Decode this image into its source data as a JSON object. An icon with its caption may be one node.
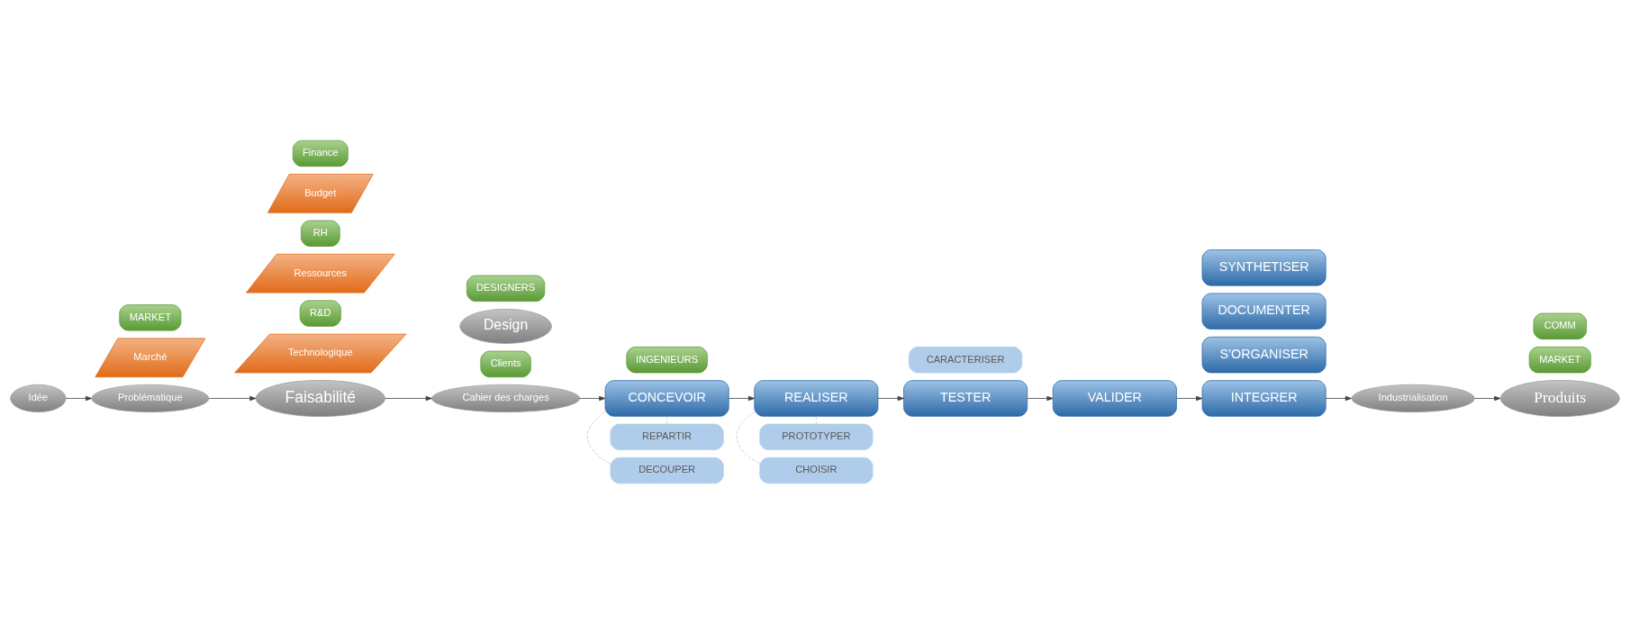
{
  "diagram": {
    "nodes": [
      {
        "text": [
          "Idée"
        ]
      },
      {
        "text": [
          "Marché"
        ]
      },
      {
        "text": [
          "MARKET"
        ]
      },
      {
        "text": [
          "Problématique"
        ]
      },
      {
        "text": [
          "Faisabilité"
        ]
      },
      {
        "text": [
          "Technologique"
        ]
      },
      {
        "text": [
          "R&D"
        ]
      },
      {
        "text": [
          "Ressources"
        ]
      },
      {
        "text": [
          "RH"
        ]
      },
      {
        "text": [
          "Budget"
        ]
      },
      {
        "text": [
          "Finance"
        ]
      },
      {
        "text": [
          "Cahier des charges"
        ]
      },
      {
        "text": [
          "Clients"
        ]
      },
      {
        "text": [
          "Design"
        ]
      },
      {
        "text": [
          "DESIGNERS"
        ]
      },
      {
        "text": [
          "INGENIEURS"
        ]
      },
      {
        "text": [
          "CONCEVOIR"
        ]
      },
      {
        "text": [
          "DECOUPER"
        ]
      },
      {
        "text": [
          "REPARTIR"
        ]
      },
      {
        "text": [
          "REALISER"
        ]
      },
      {
        "text": [
          "CHOISIR"
        ]
      },
      {
        "text": [
          "PROTOTYPER"
        ]
      },
      {
        "text": [
          "TESTER"
        ]
      },
      {
        "text": [
          "CARACTERISER"
        ]
      },
      {
        "text": [
          "VALIDER"
        ]
      },
      {
        "text": [
          "INTEGRER"
        ]
      },
      {
        "text": [
          "S’ORGANISER"
        ]
      },
      {
        "text": [
          "DOCUMENTER"
        ]
      },
      {
        "text": [
          "SYNTHETISER"
        ]
      },
      {
        "text": [
          "Industrialisation"
        ]
      },
      {
        "text": [
          "Produits"
        ]
      },
      {
        "text": [
          "MARKET"
        ]
      },
      {
        "text": [
          "COMM"
        ]
      }
    ],
    "edges": [
      {
        "from": 0,
        "to": 3,
        "arrow": "to"
      },
      {
        "from": 3,
        "to": 4,
        "arrow": "to"
      },
      {
        "from": 4,
        "to": 11,
        "arrow": "to"
      },
      {
        "from": 11,
        "to": 16,
        "arrow": "to"
      },
      {
        "from": 16,
        "to": 17,
        "arrow": "none",
        "style": "dashed",
        "color": "#c8c8c8"
      },
      {
        "from": 16,
        "to": 18,
        "arrow": "none",
        "style": "dashed",
        "color": "#c8c8c8"
      },
      {
        "from": 16,
        "to": 19,
        "arrow": "to"
      },
      {
        "from": 19,
        "to": 20,
        "arrow": "none",
        "style": "dashed",
        "color": "#c8c8c8"
      },
      {
        "from": 19,
        "to": 21,
        "arrow": "none",
        "style": "dashed",
        "color": "#c8c8c8"
      },
      {
        "from": 19,
        "to": 22,
        "arrow": "to"
      },
      {
        "from": 22,
        "to": 24,
        "arrow": "to"
      },
      {
        "from": 24,
        "to": 25,
        "arrow": "to"
      },
      {
        "from": 25,
        "to": 29,
        "arrow": "to"
      },
      {
        "from": 29,
        "to": 30,
        "arrow": "to"
      }
    ]
  }
}
